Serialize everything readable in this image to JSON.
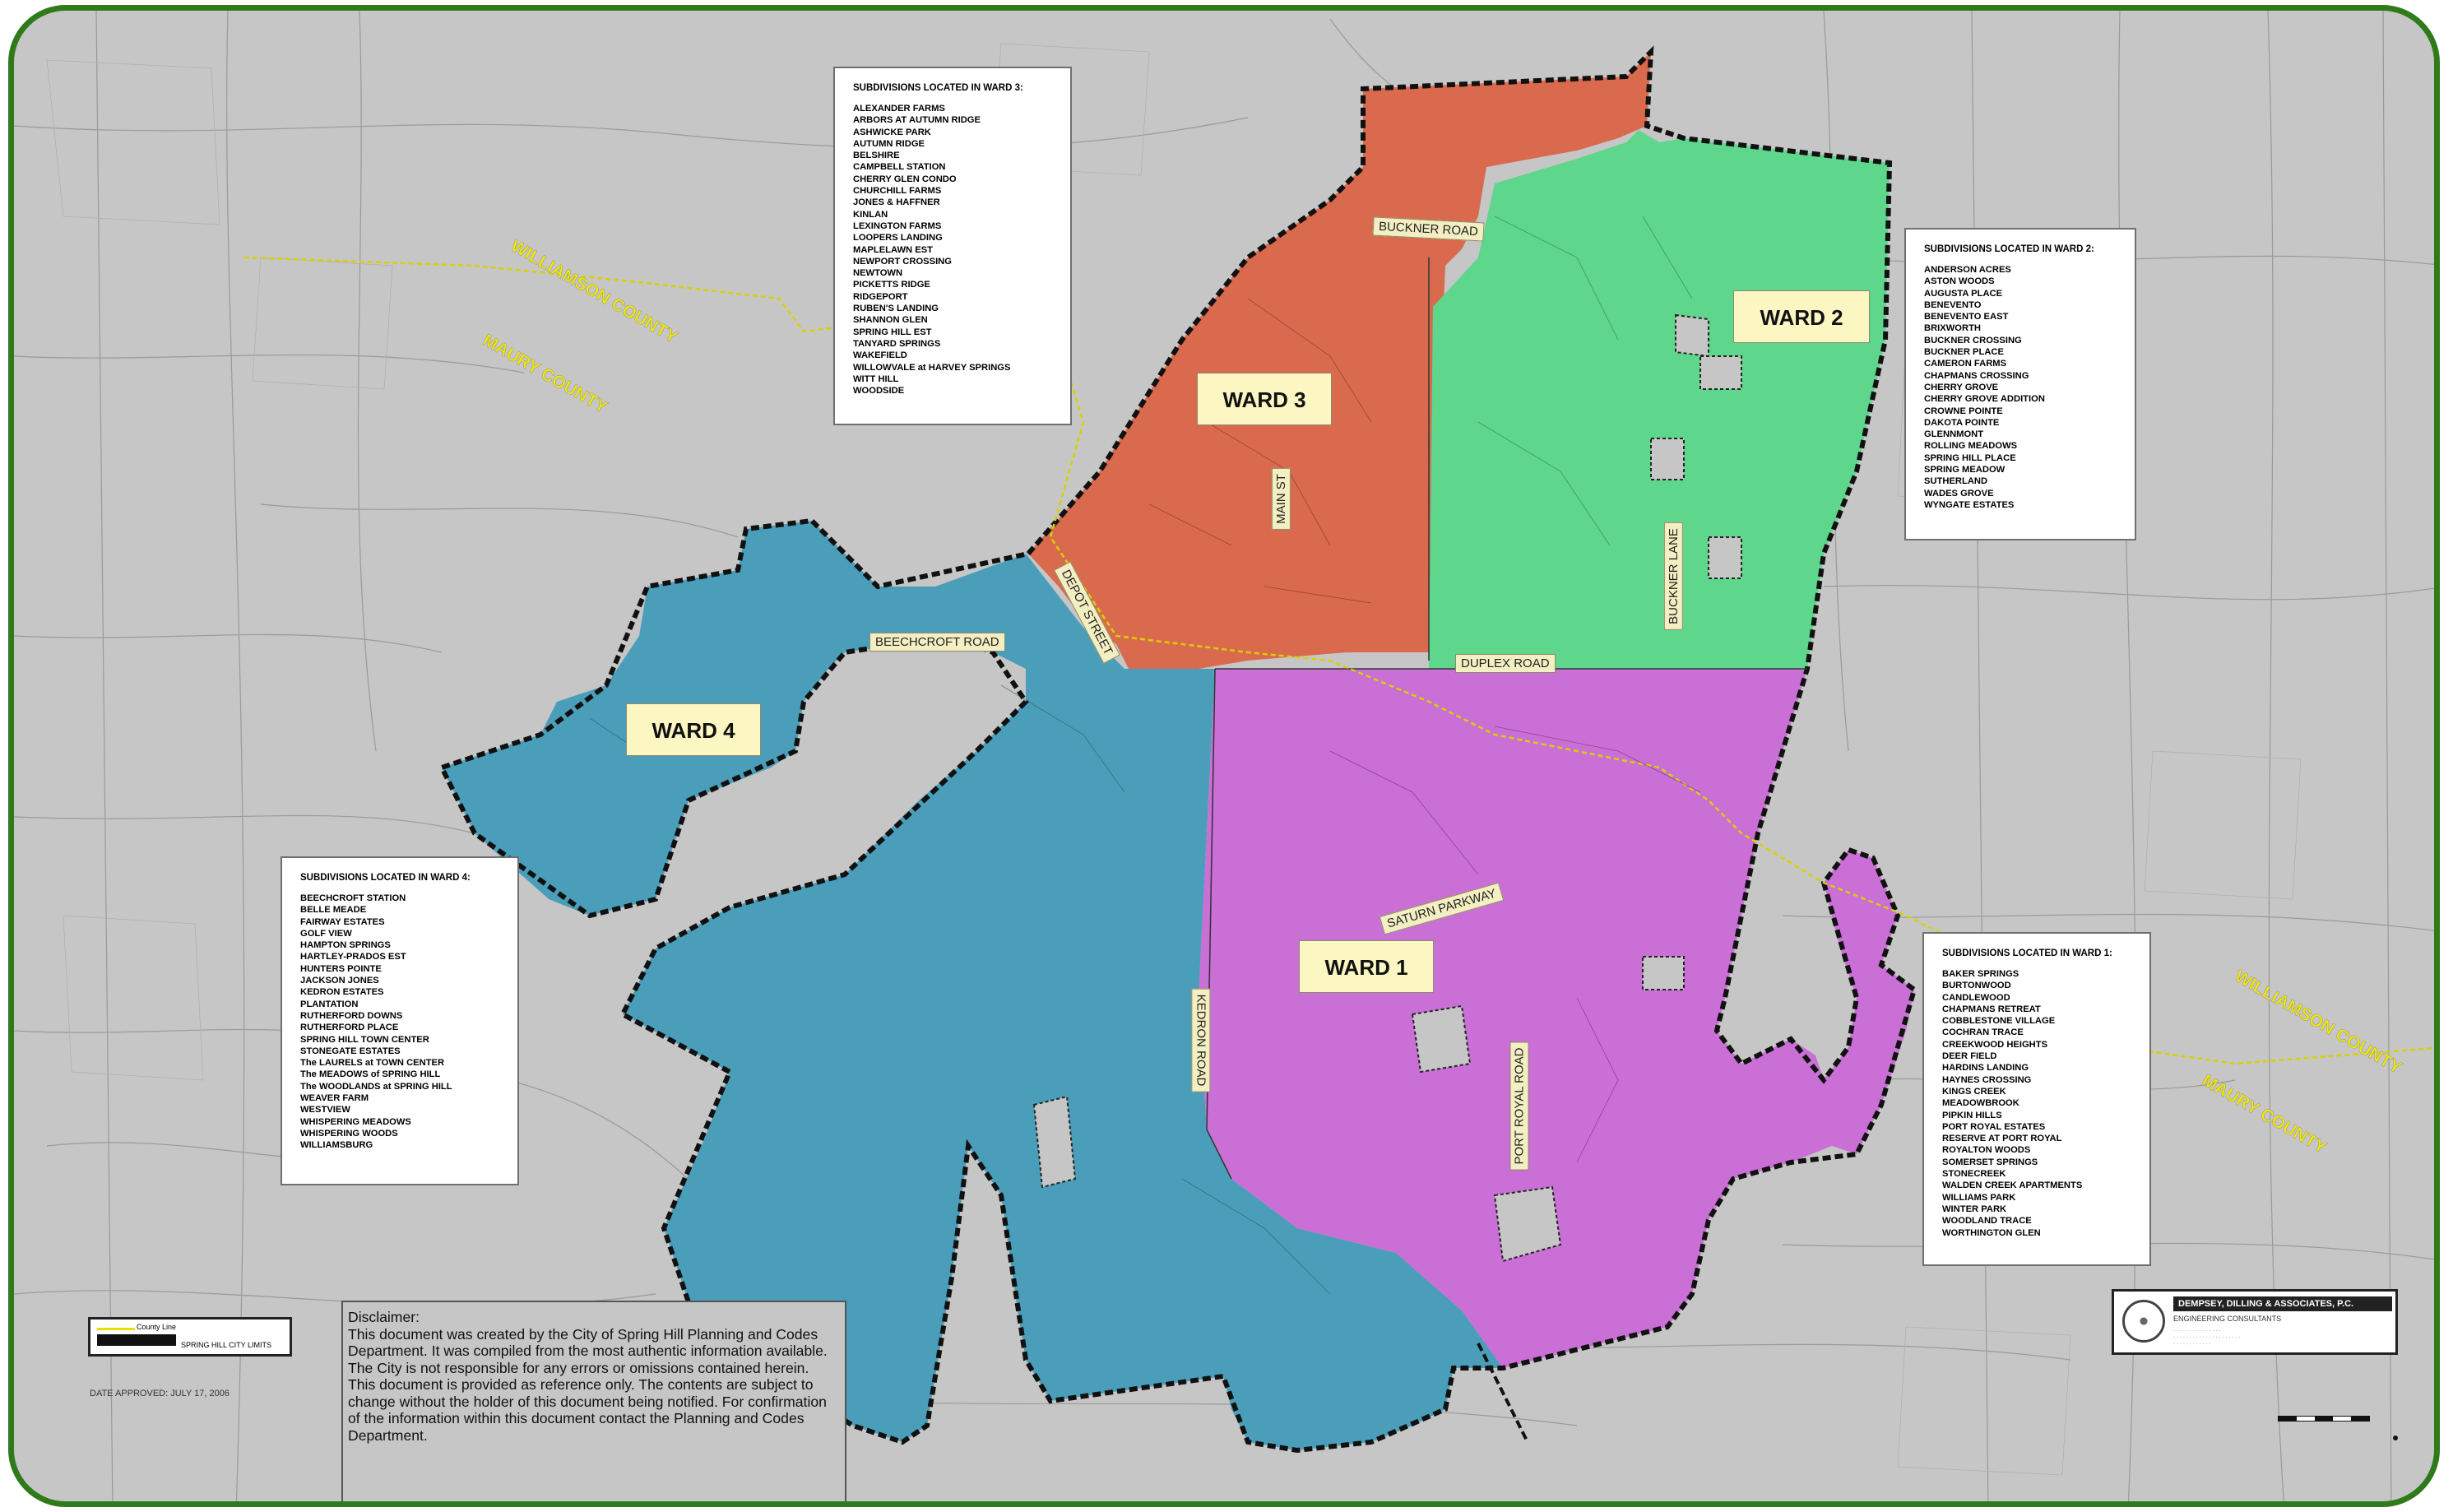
{
  "wards": [
    {
      "label": "WARD 1",
      "color": "#c96fd6"
    },
    {
      "label": "WARD 2",
      "color": "#5ed68c"
    },
    {
      "label": "WARD 3",
      "color": "#d96a4e"
    },
    {
      "label": "WARD 4",
      "color": "#4b9eb9"
    }
  ],
  "roads": {
    "buckner_road": "BUCKNER ROAD",
    "main_st": "MAIN ST",
    "depot_street": "DEPOT STREET",
    "beechcroft_road": "BEECHCROFT ROAD",
    "duplex_road": "DUPLEX ROAD",
    "buckner_lane": "BUCKNER LANE",
    "saturn_parkway": "SATURN PARKWAY",
    "kedron_road": "KEDRON ROAD",
    "port_royal_road": "PORT ROYAL ROAD"
  },
  "counties": {
    "williamson_1": "WILLIAMSON COUNTY",
    "maury_1": "MAURY COUNTY",
    "williamson_2": "WILLIAMSON COUNTY",
    "maury_2": "MAURY COUNTY"
  },
  "subdivision_lists": {
    "ward3": {
      "title": "SUBDIVISIONS LOCATED IN WARD 3:",
      "items": [
        "ALEXANDER FARMS",
        "ARBORS AT AUTUMN RIDGE",
        "ASHWICKE PARK",
        "AUTUMN RIDGE",
        "BELSHIRE",
        "CAMPBELL STATION",
        "CHERRY GLEN CONDO",
        "CHURCHILL FARMS",
        "JONES & HAFFNER",
        "KINLAN",
        "LEXINGTON FARMS",
        "LOOPERS LANDING",
        "MAPLELAWN EST",
        "NEWPORT CROSSING",
        "NEWTOWN",
        "PICKETTS RIDGE",
        "RIDGEPORT",
        "RUBEN'S LANDING",
        "SHANNON GLEN",
        "SPRING HILL EST",
        "TANYARD SPRINGS",
        "WAKEFIELD",
        "WILLOWVALE at HARVEY SPRINGS",
        "WITT HILL",
        "WOODSIDE"
      ]
    },
    "ward2": {
      "title": "SUBDIVISIONS LOCATED IN WARD 2:",
      "items": [
        "ANDERSON ACRES",
        "ASTON WOODS",
        "AUGUSTA PLACE",
        "BENEVENTO",
        "BENEVENTO EAST",
        "BRIXWORTH",
        "BUCKNER CROSSING",
        "BUCKNER PLACE",
        "CAMERON FARMS",
        "CHAPMANS CROSSING",
        "CHERRY GROVE",
        "CHERRY GROVE ADDITION",
        "CROWNE POINTE",
        "DAKOTA POINTE",
        "GLENNMONT",
        "ROLLING MEADOWS",
        "SPRING HILL PLACE",
        "SPRING MEADOW",
        "SUTHERLAND",
        "WADES GROVE",
        "WYNGATE ESTATES"
      ]
    },
    "ward4": {
      "title": "SUBDIVISIONS LOCATED IN WARD 4:",
      "items": [
        "BEECHCROFT STATION",
        "BELLE MEADE",
        "FAIRWAY ESTATES",
        "GOLF VIEW",
        "HAMPTON SPRINGS",
        "HARTLEY-PRADOS EST",
        "HUNTERS POINTE",
        "JACKSON JONES",
        "KEDRON ESTATES",
        "PLANTATION",
        "RUTHERFORD DOWNS",
        "RUTHERFORD PLACE",
        "SPRING HILL TOWN CENTER",
        "STONEGATE ESTATES",
        "The LAURELS at TOWN CENTER",
        "The MEADOWS of SPRING HILL",
        "The WOODLANDS at SPRING HILL",
        "WEAVER FARM",
        "WESTVIEW",
        "WHISPERING MEADOWS",
        "WHISPERING WOODS",
        "WILLIAMSBURG"
      ]
    },
    "ward1": {
      "title": "SUBDIVISIONS LOCATED IN WARD 1:",
      "items": [
        "BAKER SPRINGS",
        "BURTONWOOD",
        "CANDLEWOOD",
        "CHAPMANS RETREAT",
        "COBBLESTONE VILLAGE",
        "COCHRAN TRACE",
        "CREEKWOOD HEIGHTS",
        "DEER FIELD",
        "HARDINS LANDING",
        "HAYNES CROSSING",
        "KINGS CREEK",
        "MEADOWBROOK",
        "PIPKIN HILLS",
        "PORT ROYAL ESTATES",
        "RESERVE AT PORT ROYAL",
        "ROYALTON WOODS",
        "SOMERSET SPRINGS",
        "STONECREEK",
        "WALDEN CREEK APARTMENTS",
        "WILLIAMS PARK",
        "WINTER PARK",
        "WOODLAND TRACE",
        "WORTHINGTON GLEN"
      ]
    }
  },
  "disclaimer": {
    "heading": "Disclaimer:",
    "body": "This document was created by the City of Spring Hill Planning and  Codes Department. It was compiled from the most authentic information available. The City is not responsible for any errors or omissions contained herein. This document is provided as reference only. The contents are subject to change without the holder of this document being notified. For confirmation of the information within this document contact the Planning and Codes Department."
  },
  "legend": {
    "county_line": "County Line",
    "city_limits": "SPRING HILL CITY LIMITS"
  },
  "date_approved": "DATE APPROVED: JULY 17, 2006",
  "firm": {
    "name": "DEMPSEY, DILLING & ASSOCIATES, P.C.",
    "subtitle": "ENGINEERING CONSULTANTS"
  },
  "colors": {
    "background": "#c6c6c6",
    "frame": "#2f7a1a",
    "city_limits": "#111111",
    "county_line": "#e8e000"
  }
}
